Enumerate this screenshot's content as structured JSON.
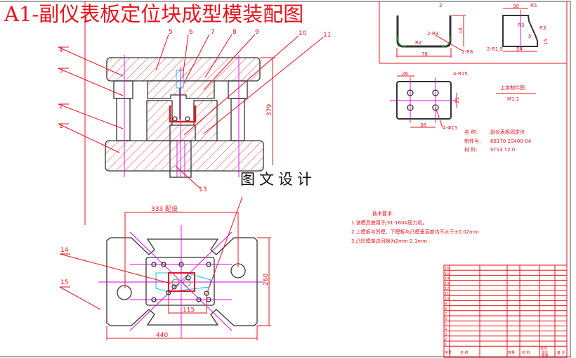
{
  "title": "A1-副仪表板定位块成型模装配图",
  "watermark": "图文设计",
  "part_labels": [
    "1",
    "2",
    "3",
    "4",
    "5",
    "6",
    "7",
    "8",
    "9",
    "10",
    "11",
    "13",
    "14",
    "15"
  ],
  "elevation_dims": {
    "height": "379"
  },
  "plan_dims": {
    "top": "333 配设",
    "height": "260",
    "width": "440",
    "inner": "115"
  },
  "part_drawing": {
    "dims_left": [
      "2",
      "16",
      "2-R3",
      "2-R8",
      "R2",
      "78"
    ],
    "dims_right": [
      "30",
      "R5",
      "R3",
      "R3",
      "5",
      "15",
      "2-R1.5",
      "54"
    ],
    "dims_flat": [
      "26",
      "4-R15",
      "21",
      "38",
      "4-Φ15"
    ],
    "caption": "工序制件图",
    "scale": "M1:1",
    "name_label": "名  称:",
    "name_value": "副仪表板固定块",
    "number_label": "制件号:",
    "number_value": "68170   2S400-04",
    "material_label": "材  料:",
    "material_value": "ST13    T2.0"
  },
  "tech_notes": {
    "heading": "技术要求:",
    "lines": [
      "1.该模具使用于J31-160A压力机。",
      "2.上模板与凹模、下模板与凸模垂直度均不大于±0.02mm",
      "3.凸凹模单边间隙为2mm-2.1mm."
    ]
  },
  "bom": {
    "row_numbers": [
      "16",
      "15",
      "14",
      "13",
      "12",
      "11",
      "10",
      "9",
      "8",
      "7",
      "6",
      "5",
      "4",
      "3",
      "2",
      "1"
    ],
    "footer": [
      "序号",
      "名  称",
      "数量",
      "材  料",
      "单件 总计 重量",
      "备 注"
    ]
  },
  "colors": {
    "line": "#e8141c",
    "outline": "#333333",
    "center": "#e000e0",
    "blank": "#00c8d8",
    "green": "#20c020"
  }
}
